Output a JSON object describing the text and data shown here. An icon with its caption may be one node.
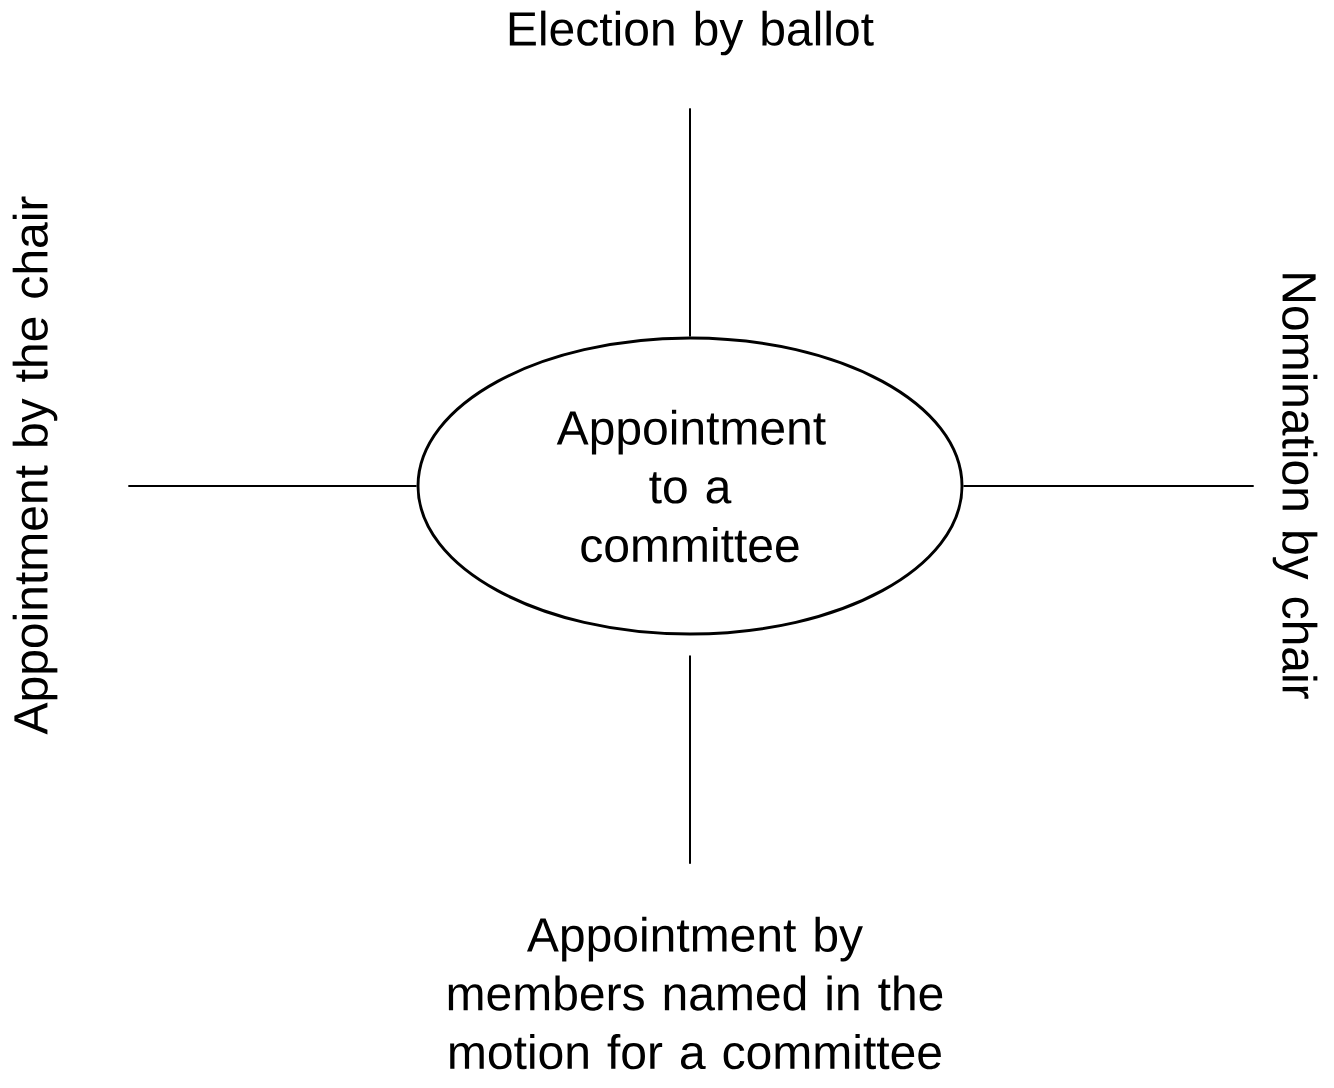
{
  "diagram": {
    "nodes": [
      {
        "text": [
          "Appointment to a committee"
        ]
      },
      {
        "text": [
          "Election by ballot"
        ]
      },
      {
        "text": [
          "Appointment by the chair"
        ]
      },
      {
        "text": [
          "Nomination by chair"
        ]
      },
      {
        "text": [
          "Appointment by members named in the motion for a committee"
        ]
      }
    ],
    "edges": [
      {
        "from": 0,
        "to": 1,
        "arrow": "none"
      },
      {
        "from": 0,
        "to": 2,
        "arrow": "none"
      },
      {
        "from": 0,
        "to": 3,
        "arrow": "none"
      },
      {
        "from": 0,
        "to": 4,
        "arrow": "none"
      }
    ]
  }
}
